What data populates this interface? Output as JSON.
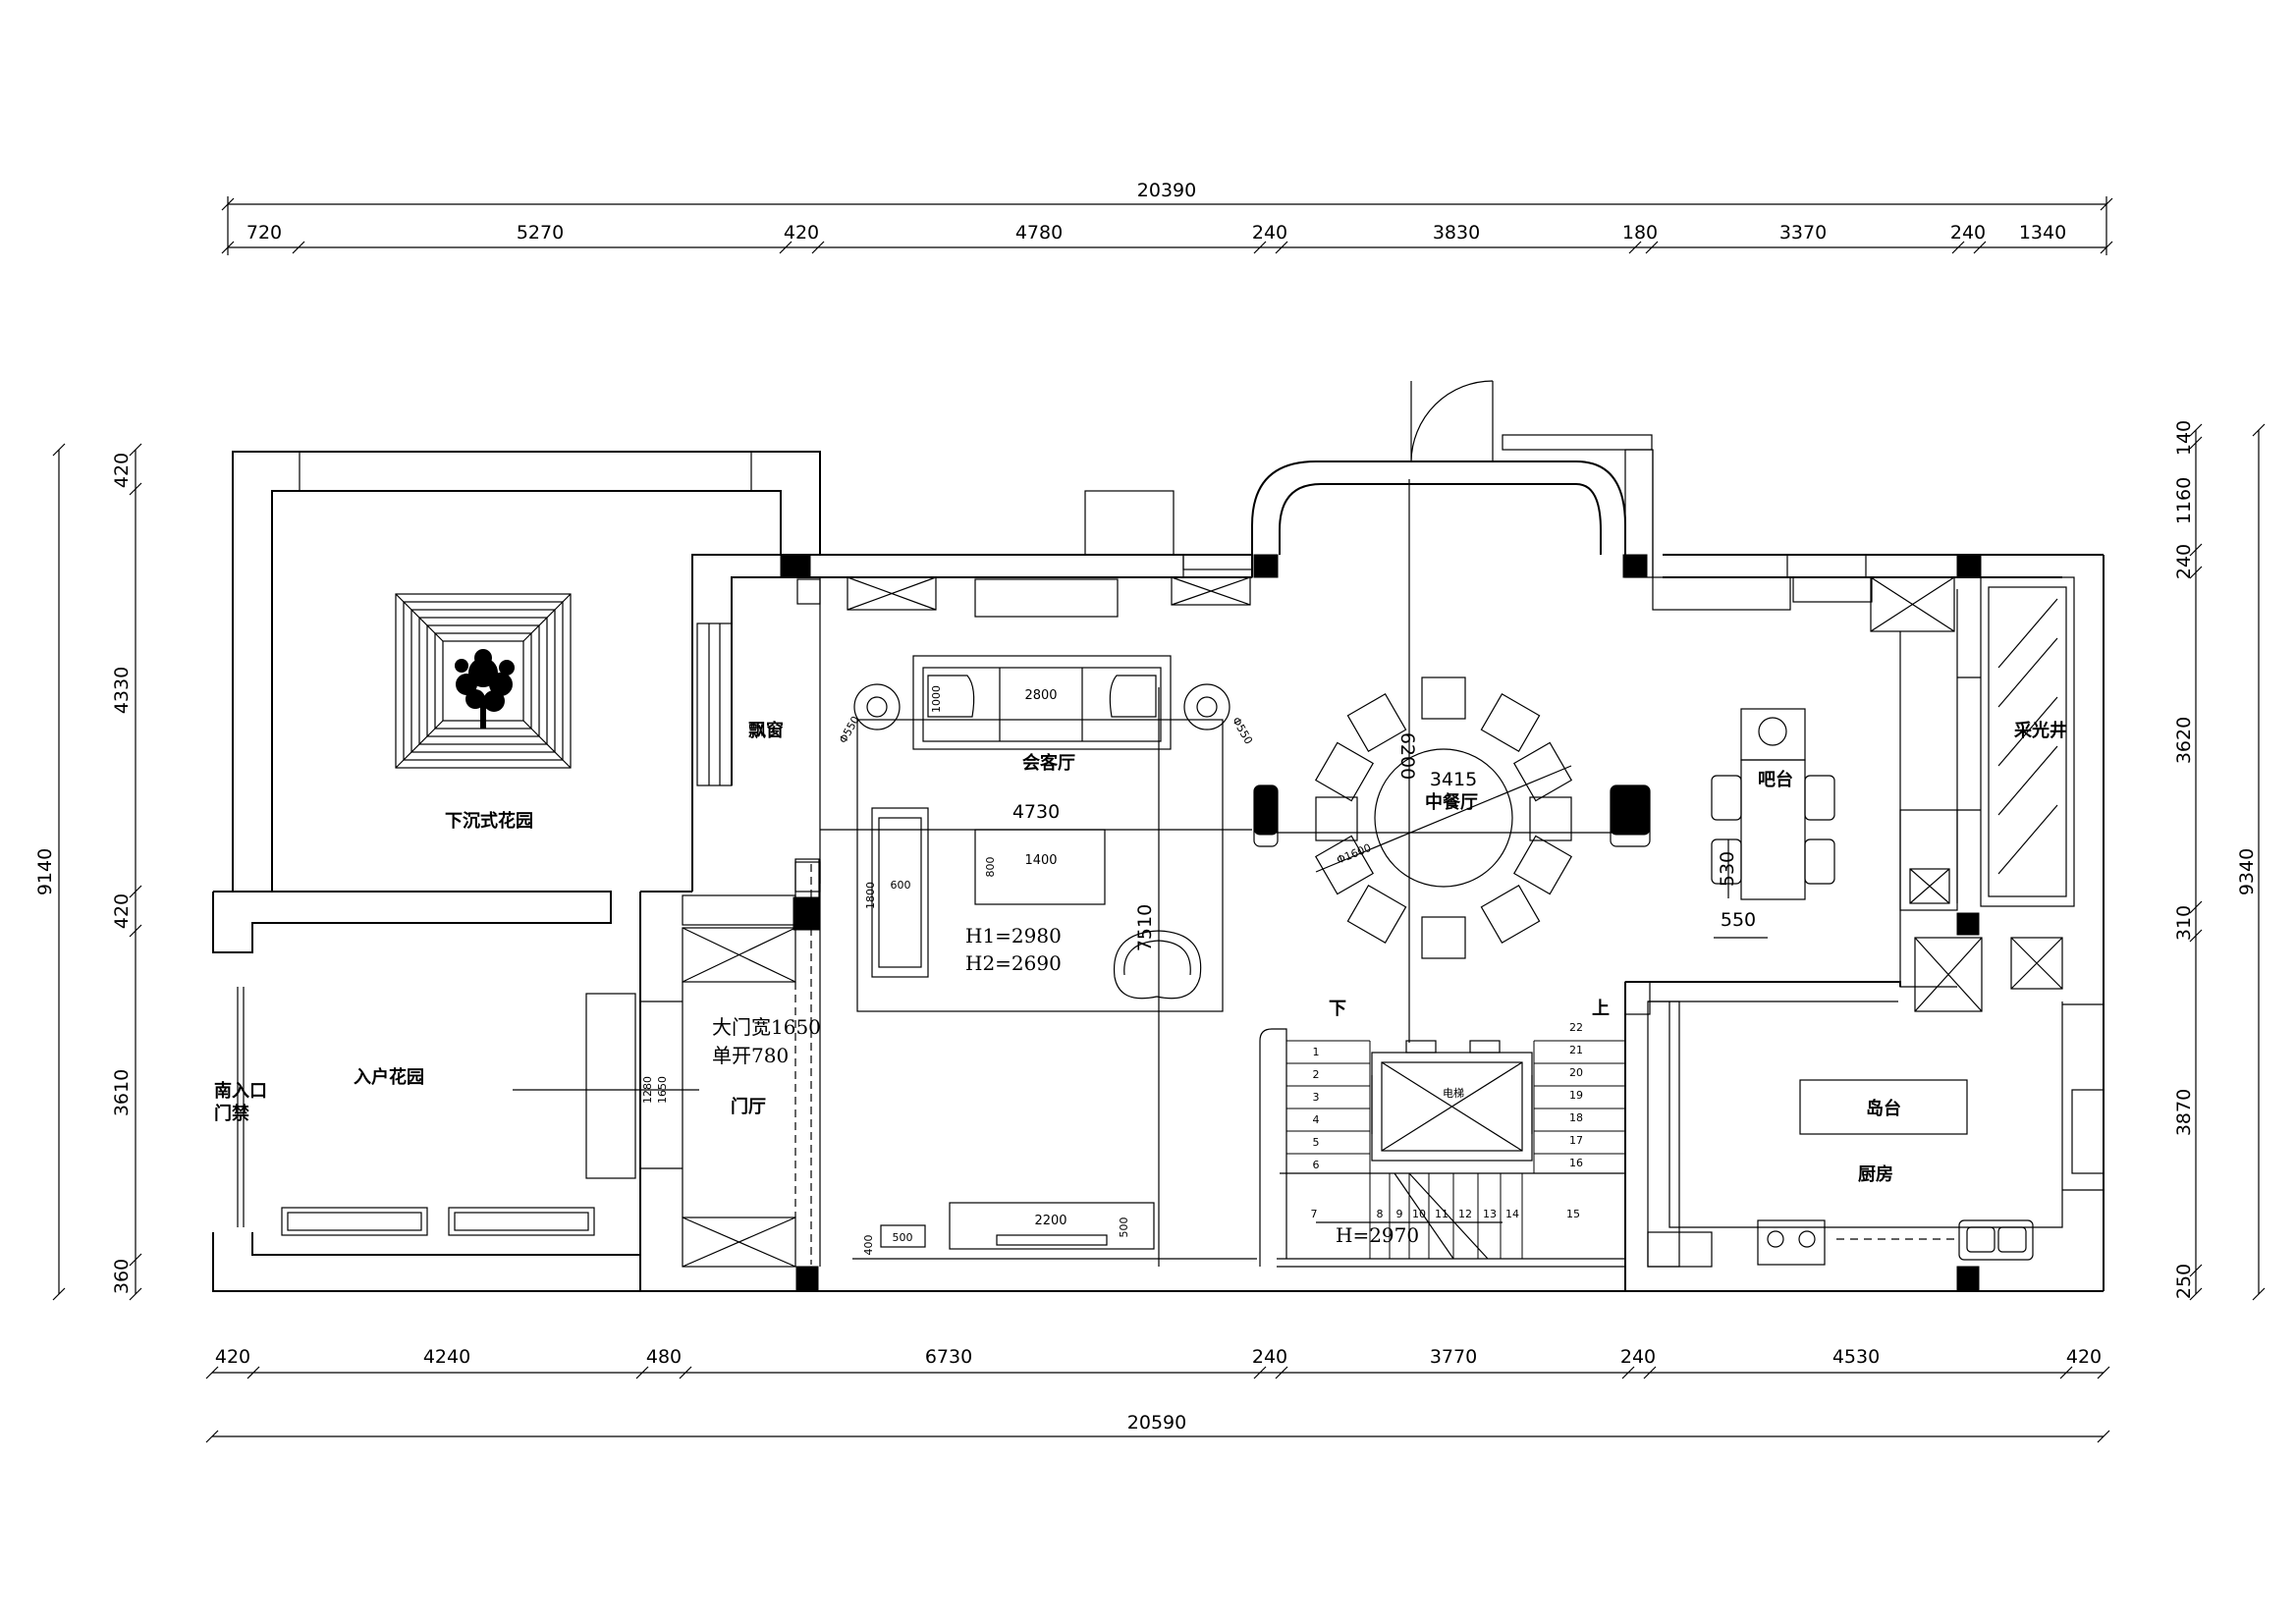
{
  "plan": {
    "top_dims": {
      "total": "20390",
      "segments": [
        "720",
        "5270",
        "420",
        "4780",
        "240",
        "3830",
        "180",
        "3370",
        "240",
        "1340"
      ]
    },
    "bottom_dims": {
      "total": "20590",
      "segments": [
        "420",
        "4240",
        "480",
        "6730",
        "240",
        "3770",
        "240",
        "4530",
        "420"
      ]
    },
    "left_dims": {
      "total": "9140",
      "segments": [
        "420",
        "4330",
        "420",
        "3610",
        "360"
      ]
    },
    "right_dims": {
      "total": "9340",
      "segments": [
        "140",
        "1160",
        "240",
        "3620",
        "310",
        "3870",
        "250"
      ]
    },
    "rooms": {
      "sunken_garden": "下沉式花园",
      "bay_window": "飘窗",
      "living_room": "会客厅",
      "dining_room": "中餐厅",
      "bar": "吧台",
      "skylight": "采光井",
      "entry_garden": "入户花园",
      "south_entrance": "南入口",
      "access_control": "门禁",
      "foyer": "门厅",
      "island": "岛台",
      "kitchen": "厨房",
      "elevator": "电梯"
    },
    "notes": {
      "h1": "H1=2980",
      "h2": "H2=2690",
      "door_width": "大门宽1650",
      "single_leaf": "单开780",
      "h_stair": "H=2970",
      "stair_down": "下",
      "stair_up": "上"
    },
    "inner_dims": {
      "living_width": "4730",
      "living_depth": "7510",
      "sofa": "2800",
      "sofa_depth": "1000",
      "coffee_table": "1400",
      "coffee_depth": "800",
      "side_table_w": "600",
      "side_table_h": "1800",
      "dining_span": "3415",
      "dining_depth": "6200",
      "table_diameter": "Φ1600",
      "lamp_left": "Φ550",
      "lamp_right": "Φ550",
      "bar_width": "550",
      "bar_depth": "530",
      "tv_cabinet": "2200",
      "tv_depth": "500",
      "cabinet_w": "500",
      "cabinet_h": "400",
      "entry_cabinet_a": "1280",
      "entry_cabinet_b": "1650"
    },
    "stair_steps_left": [
      "1",
      "2",
      "3",
      "4",
      "5",
      "6"
    ],
    "stair_steps_bottom": [
      "7",
      "8",
      "9",
      "10",
      "11",
      "12",
      "13",
      "14",
      "15"
    ],
    "stair_steps_right": [
      "22",
      "21",
      "20",
      "19",
      "18",
      "17",
      "16"
    ]
  }
}
